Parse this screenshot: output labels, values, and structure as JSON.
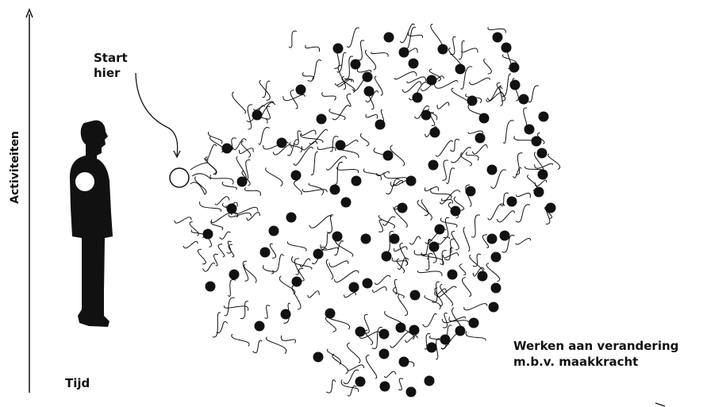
{
  "axes": {
    "y_label": "Activiteiten",
    "x_label": "Tijd"
  },
  "annotations": {
    "start_line1": "Start",
    "start_line2": "hier",
    "goal_line1": "Werken aan verandering",
    "goal_line2": "m.b.v. maakkracht"
  },
  "colors": {
    "ink": "#111111",
    "background": "#ffffff"
  }
}
